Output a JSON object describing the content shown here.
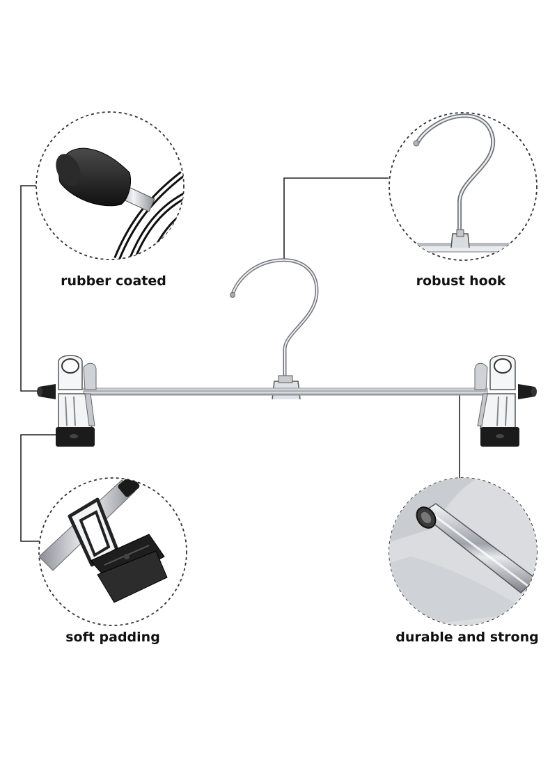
{
  "features": [
    {
      "id": "rubber",
      "label": "rubber coated",
      "icon": "rubber-tip-closeup"
    },
    {
      "id": "hook",
      "label": "robust hook",
      "icon": "hook-closeup"
    },
    {
      "id": "soft",
      "label": "soft padding",
      "icon": "clip-padding-closeup"
    },
    {
      "id": "durable",
      "label": "durable and strong",
      "icon": "steel-rod-closeup"
    }
  ],
  "colors": {
    "background": "#ffffff",
    "metal": "#b8bcc2",
    "rubber": "#1c1c1c",
    "text": "#111111",
    "connector": "#222222"
  }
}
